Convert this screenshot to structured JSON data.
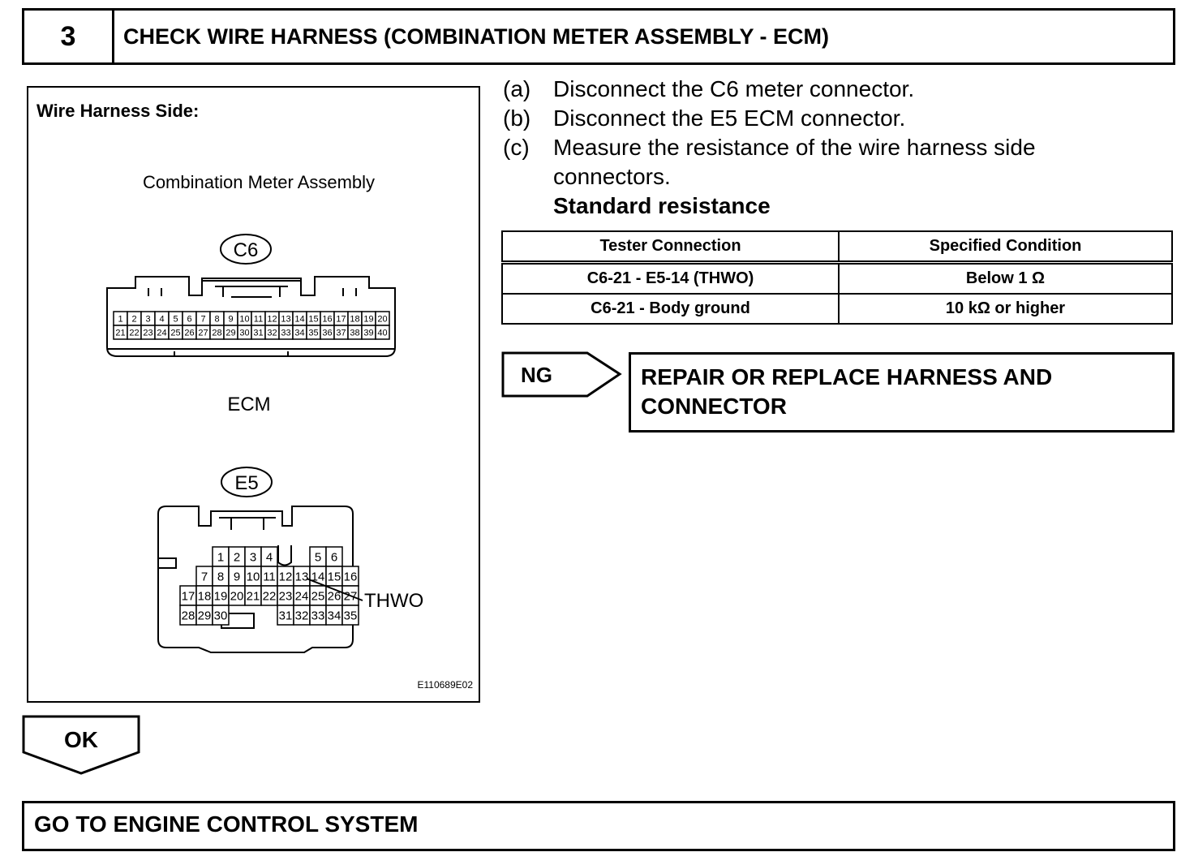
{
  "header": {
    "step_number": "3",
    "title": "CHECK WIRE HARNESS (COMBINATION METER ASSEMBLY - ECM)"
  },
  "diagram": {
    "side_label": "Wire Harness Side:",
    "meter_label": "Combination Meter Assembly",
    "c6_id": "C6",
    "ecm_label": "ECM",
    "e5_id": "E5",
    "thwo_label": "THWO",
    "figure_code": "E110689E02",
    "c6_row1": [
      "1",
      "2",
      "3",
      "4",
      "5",
      "6",
      "7",
      "8",
      "9",
      "10",
      "11",
      "12",
      "13",
      "14",
      "15",
      "16",
      "17",
      "18",
      "19",
      "20"
    ],
    "c6_row2": [
      "21",
      "22",
      "23",
      "24",
      "25",
      "26",
      "27",
      "28",
      "29",
      "30",
      "31",
      "32",
      "33",
      "34",
      "35",
      "36",
      "37",
      "38",
      "39",
      "40"
    ],
    "e5_row1": [
      "1",
      "2",
      "3",
      "4",
      "5",
      "6"
    ],
    "e5_row2": [
      "7",
      "8",
      "9",
      "10",
      "11",
      "12",
      "13",
      "14",
      "15",
      "16"
    ],
    "e5_row3": [
      "17",
      "18",
      "19",
      "20",
      "21",
      "22",
      "23",
      "24",
      "25",
      "26",
      "27"
    ],
    "e5_row4": [
      "28",
      "29",
      "30",
      "31",
      "32",
      "33",
      "34",
      "35"
    ]
  },
  "steps": [
    {
      "label": "(a)",
      "text": "Disconnect the C6 meter connector."
    },
    {
      "label": "(b)",
      "text": "Disconnect the E5 ECM connector."
    },
    {
      "label": "(c)",
      "text": "Measure the resistance of the wire harness side connectors."
    }
  ],
  "standard_title": "Standard resistance",
  "table": {
    "headers": [
      "Tester Connection",
      "Specified Condition"
    ],
    "rows": [
      [
        "C6-21 - E5-14 (THWO)",
        "Below 1 Ω"
      ],
      [
        "C6-21 - Body ground",
        "10 kΩ or higher"
      ]
    ]
  },
  "ng": {
    "label": "NG",
    "action": "REPAIR OR REPLACE HARNESS AND CONNECTOR"
  },
  "ok": {
    "label": "OK",
    "action": "GO TO ENGINE CONTROL SYSTEM"
  }
}
